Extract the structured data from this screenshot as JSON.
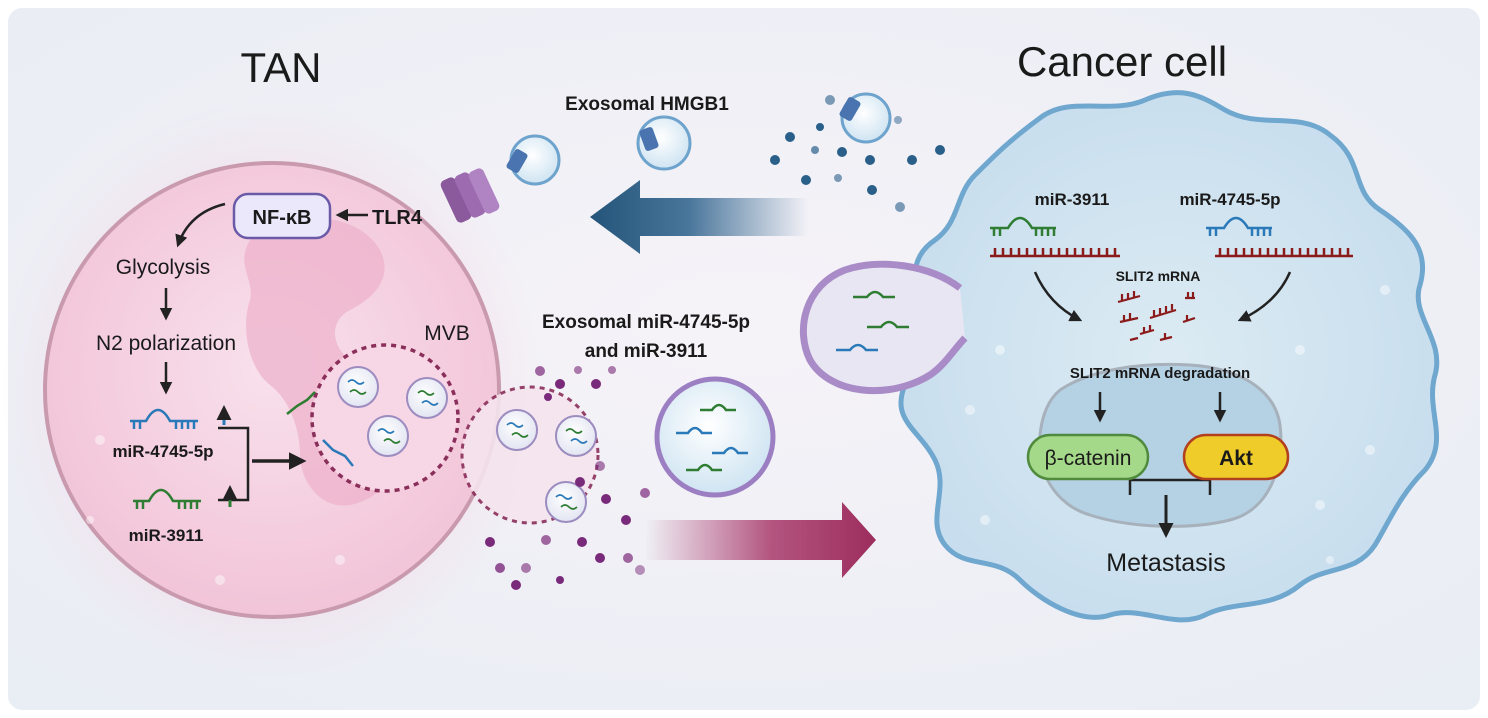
{
  "tan": {
    "title": "TAN",
    "nfkb": "NF-κB",
    "tlr4": "TLR4",
    "glycolysis": "Glycolysis",
    "n2": "N2 polarization",
    "mir4745": "miR-4745-5p",
    "mir3911": "miR-3911",
    "mvb": "MVB"
  },
  "middle": {
    "hmgb1": "Exosomal HMGB1",
    "mirna_line1": "Exosomal miR-4745-5p",
    "mirna_line2": "and miR-3911"
  },
  "cancer": {
    "title": "Cancer cell",
    "mir3911": "miR-3911",
    "mir4745": "miR-4745-5p",
    "slit2": "SLIT2 mRNA",
    "degradation": "SLIT2 mRNA degradation",
    "bcatenin": "β-catenin",
    "akt": "Akt",
    "metastasis": "Metastasis"
  },
  "colors": {
    "tan_fill": "#f7cfe0",
    "cancer_fill": "#cfe3ef",
    "cancer_border": "#6fa7cf",
    "blue_arrow": "#2a5f8a",
    "magenta_arrow": "#a8386a",
    "bcatenin_fill": "#a5d98a",
    "akt_fill": "#f0cc2a",
    "mirna_green": "#2e7d32",
    "mirna_blue": "#2a79b8",
    "mrna_red": "#8b1a1a"
  }
}
